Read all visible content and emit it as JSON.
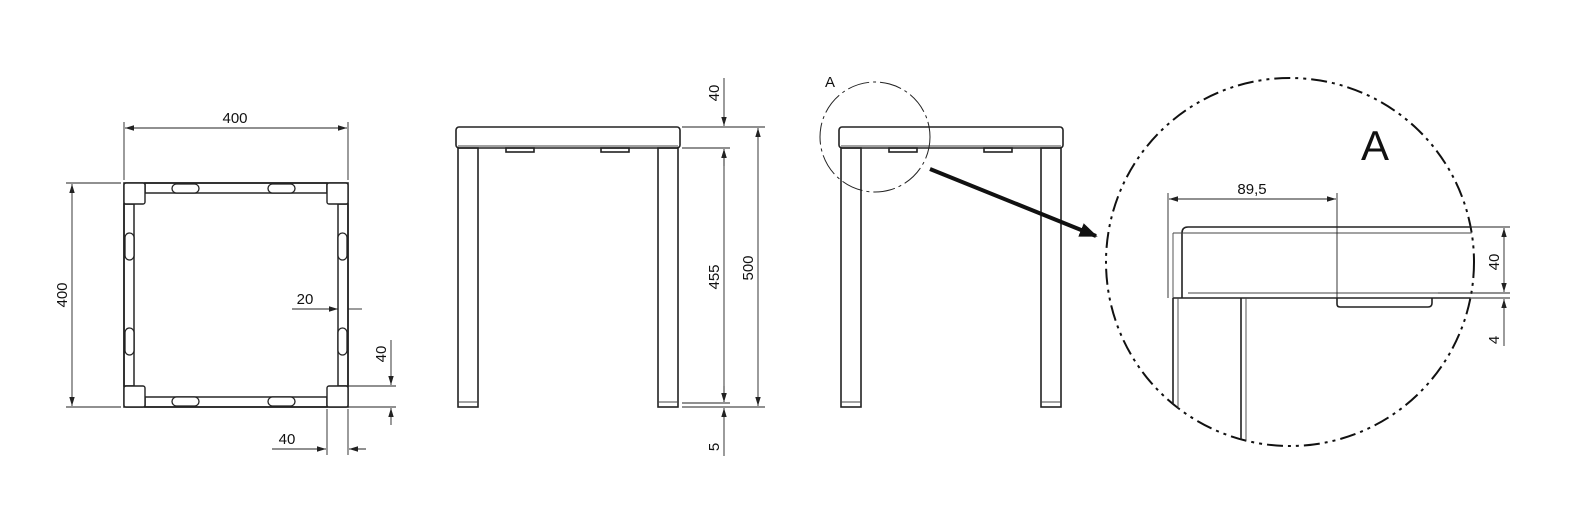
{
  "top_view": {
    "width_label": "400",
    "height_label": "400",
    "inset_label": "20",
    "foot_height_label": "40",
    "foot_width_label": "40"
  },
  "front_view": {
    "top_thickness_label": "40",
    "leg_height_label": "455",
    "total_height_label": "500",
    "foot_gap_label": "5"
  },
  "side_view": {
    "callout_label": "A"
  },
  "detail_a": {
    "title": "A",
    "offset_label": "89,5",
    "frame_height_label": "40",
    "gap_label": "4"
  },
  "colors": {
    "line": "#222222",
    "background": "#ffffff"
  }
}
